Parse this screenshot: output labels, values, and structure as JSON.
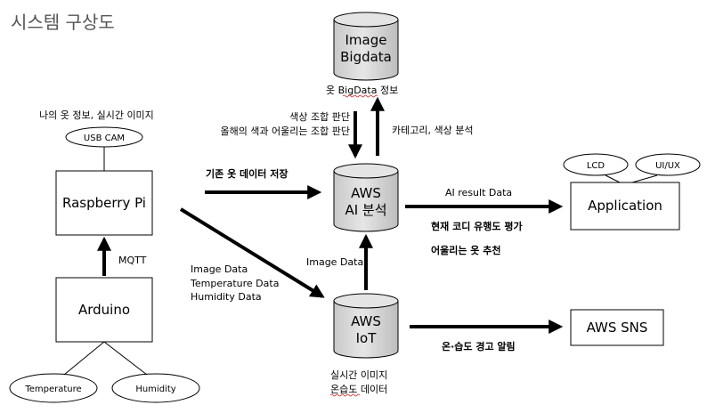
{
  "title": "시스템 구상도",
  "nodes": {
    "raspberry": "Raspberry Pi",
    "arduino": "Arduino",
    "application": "Application",
    "aws_sns": "AWS SNS",
    "usb_cam": "USB CAM",
    "temperature": "Temperature",
    "humidity": "Humidity",
    "lcd": "LCD",
    "uiux": "UI/UX",
    "image_bigdata": [
      "Image",
      "Bigdata"
    ],
    "aws_ai": [
      "AWS",
      "AI 분석"
    ],
    "aws_iot": [
      "AWS",
      "IoT"
    ]
  },
  "labels": {
    "rpi_caption": "나의 옷 정보, 실시간 이미지",
    "mqtt": "MQTT",
    "existing_data": "기존 옷 데이터 저장",
    "sensor_data": [
      "Image Data",
      "Temperature Data",
      "Humidity Data"
    ],
    "image_data": "Image Data",
    "bigdata_caption": "옷 BigData 정보",
    "color_combo": [
      "색상 조합 판단",
      "올해의 색과 어울리는 조합 판단"
    ],
    "category": "카테고리, 색상 분석",
    "ai_result": "AI result Data",
    "current_trend": "현재 코디 유행도 평가",
    "recommend": "어울리는 옷 추천",
    "alarm": "온·습도 경고 알림",
    "iot_caption": [
      "실시간 이미지",
      "온습도 데이터"
    ]
  }
}
